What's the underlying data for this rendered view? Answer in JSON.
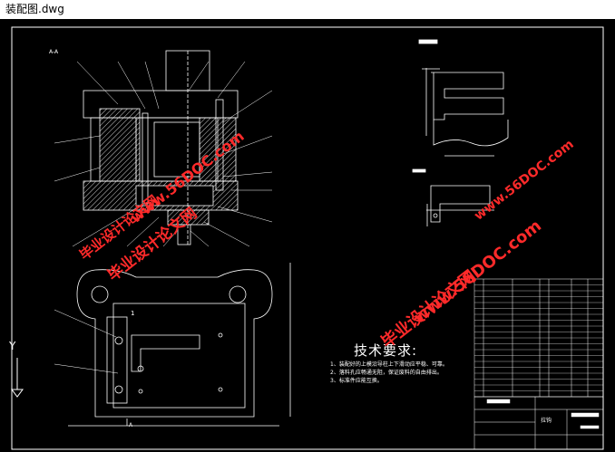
{
  "window": {
    "title": "装配图.dwg"
  },
  "drawing": {
    "section_label": "A-A",
    "view_label_a": "A",
    "view_label_b": "A",
    "part_number_mark": "1",
    "tech_requirements": {
      "title": "技术要求:",
      "notes": [
        "1、装配好的上模沿导柱上下滑动应平稳、可靠。",
        "2、落料孔应畅通无阻，保证废料的自由排出。",
        "3、标准件应能互换。"
      ]
    },
    "title_block": {
      "name": "拉钩"
    },
    "axis": {
      "y_label": "Y"
    }
  },
  "watermarks": [
    {
      "text": "毕业设计论文网"
    },
    {
      "text": "www.56DOC.com"
    },
    {
      "text": "www.56DOC.com"
    },
    {
      "text": "毕业设计论文网"
    },
    {
      "text": "www.56DOC.com"
    },
    {
      "text": "毕业设计论文网"
    }
  ],
  "colors": {
    "background": "#000000",
    "lines": "#ffffff",
    "watermark": "#ff2a2a",
    "hatch": "#d9d9d9"
  }
}
